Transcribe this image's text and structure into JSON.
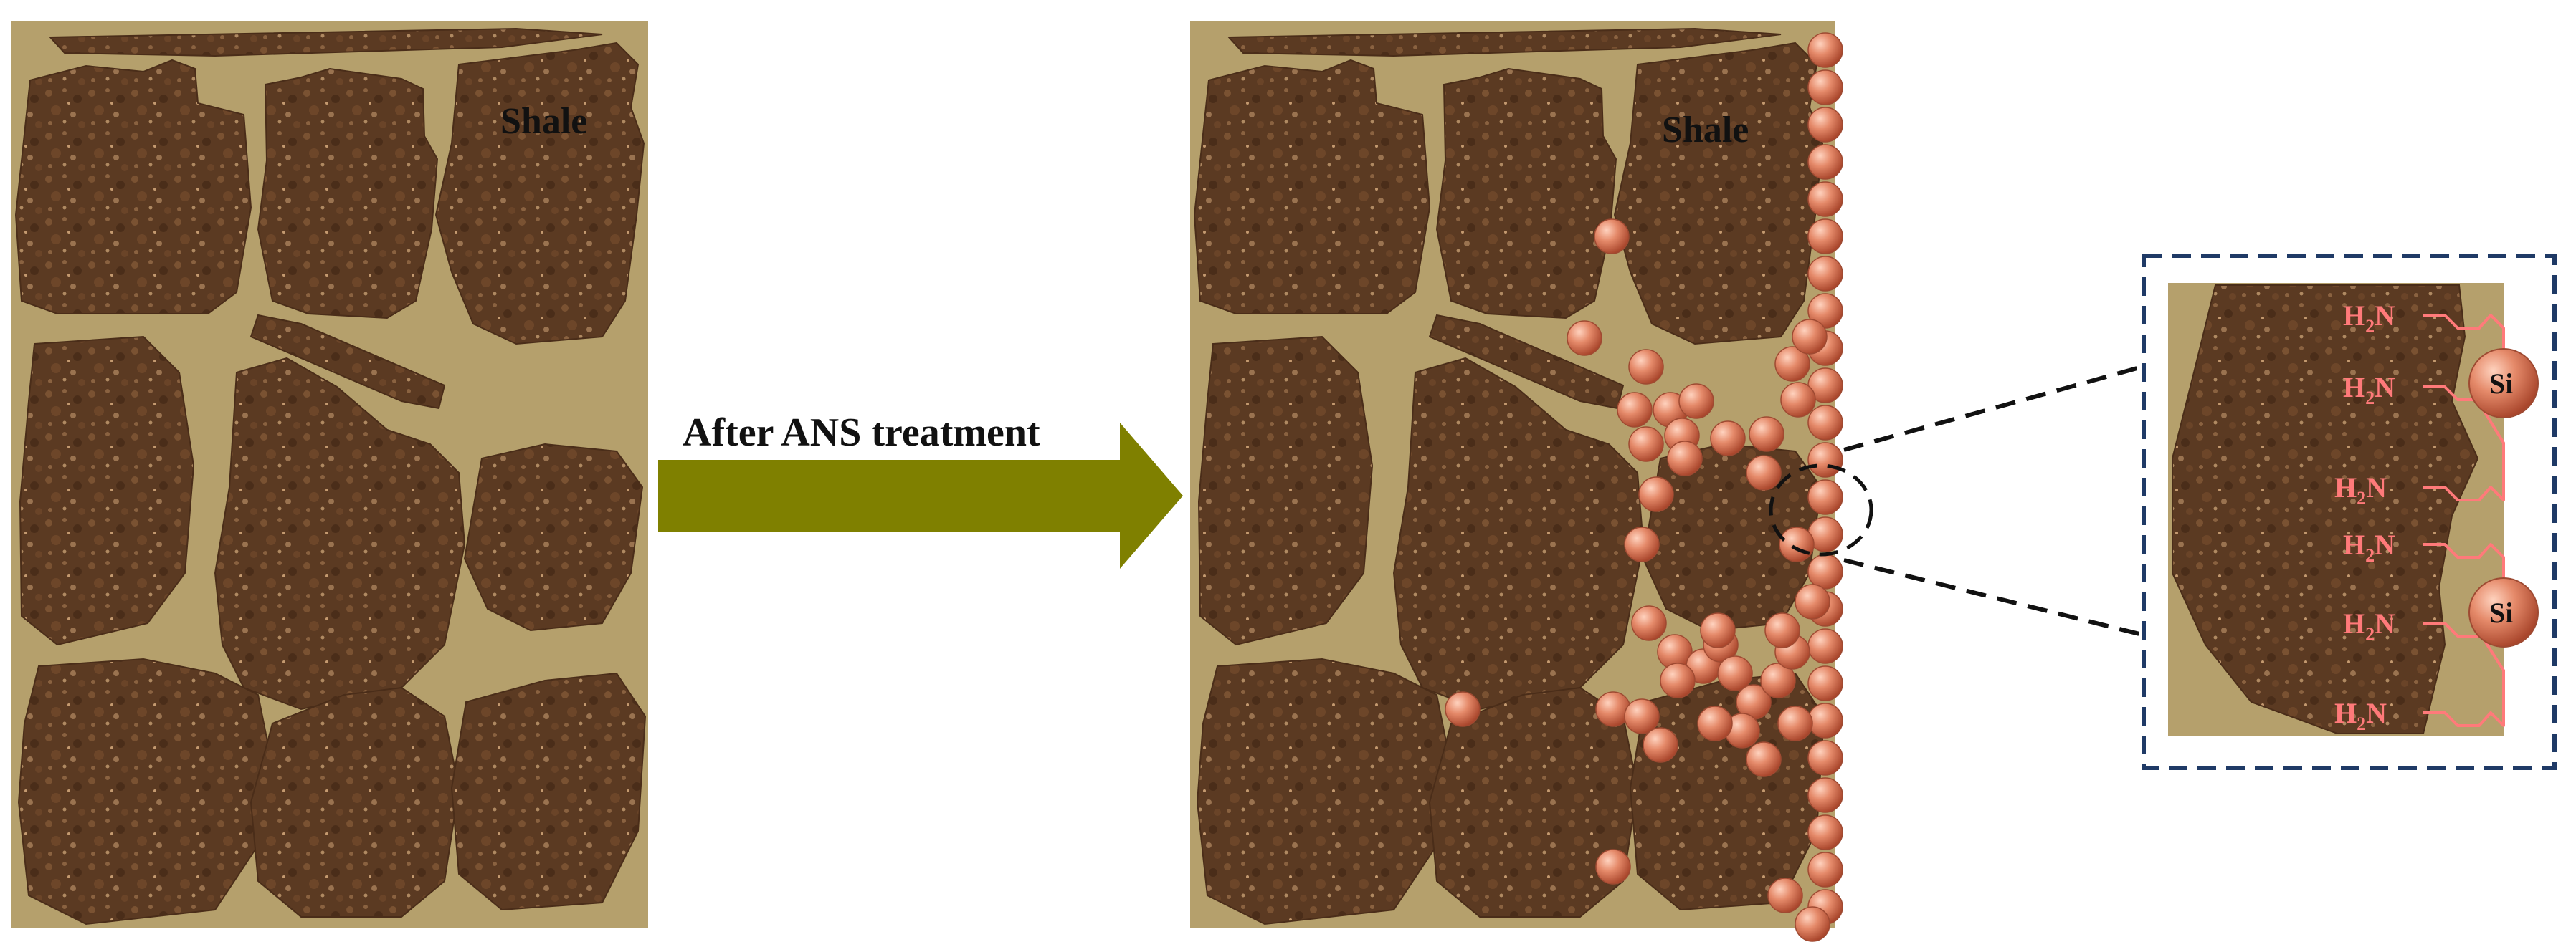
{
  "labels": {
    "shale_left": "Shale",
    "shale_right": "Shale",
    "arrow": "After ANS treatment",
    "si": "Si",
    "amine_main": "H",
    "amine_sub": "2",
    "amine_tail": "N"
  },
  "colors": {
    "matrix": "#b5a06c",
    "grain": "#5b3a22",
    "grain_light": "#8a6240",
    "particle": "#e58a6a",
    "particle_dark": "#c0583c",
    "chain": "#ff7a7a",
    "arrow": "#7f8000",
    "dash_box": "#1f3a66"
  }
}
